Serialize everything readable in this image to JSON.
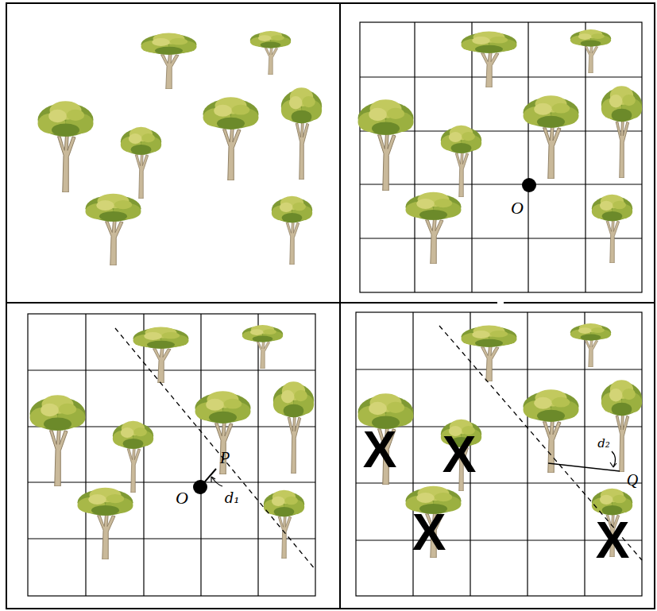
{
  "diagram": {
    "labels": [
      "O",
      "O",
      "P",
      "d₁",
      "Q",
      "d₂",
      "X",
      "X",
      "X",
      "X"
    ]
  }
}
